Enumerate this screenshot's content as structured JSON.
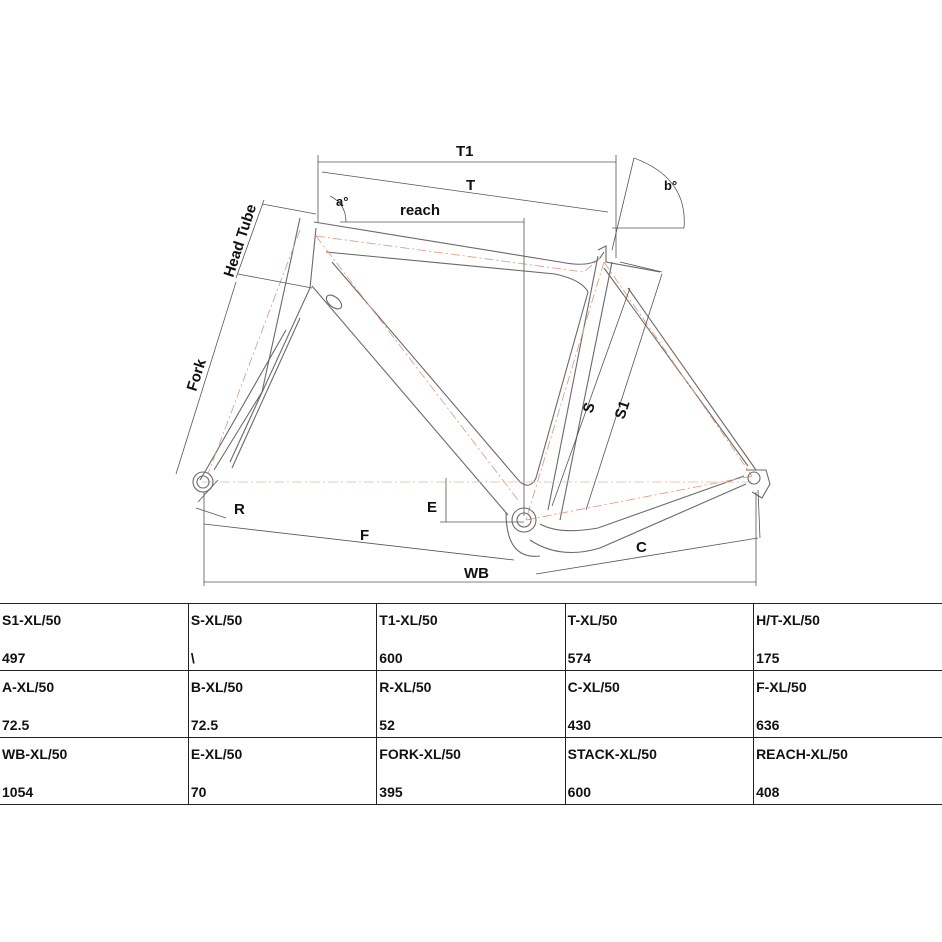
{
  "diagram": {
    "labels": {
      "t1": "T1",
      "t": "T",
      "reach": "reach",
      "a_angle": "a°",
      "b_angle": "b°",
      "head_tube": "Head Tube",
      "fork": "Fork",
      "s": "S",
      "s1": "S1",
      "e": "E",
      "r": "R",
      "f": "F",
      "c": "C",
      "wb": "WB"
    },
    "colors": {
      "frame_outline": "#6a6a6a",
      "frame_centerline": "#e0a184",
      "dimension": "#555555"
    }
  },
  "table": {
    "rows": [
      [
        {
          "label": "S1-XL/50",
          "value": "497"
        },
        {
          "label": "S-XL/50",
          "value": "\\"
        },
        {
          "label": "T1-XL/50",
          "value": "600"
        },
        {
          "label": "T-XL/50",
          "value": "574"
        },
        {
          "label": "H/T-XL/50",
          "value": "175"
        }
      ],
      [
        {
          "label": "A-XL/50",
          "value": "72.5"
        },
        {
          "label": "B-XL/50",
          "value": "72.5"
        },
        {
          "label": "R-XL/50",
          "value": "52"
        },
        {
          "label": "C-XL/50",
          "value": "430"
        },
        {
          "label": "F-XL/50",
          "value": "636"
        }
      ],
      [
        {
          "label": "WB-XL/50",
          "value": "1054"
        },
        {
          "label": "E-XL/50",
          "value": "70"
        },
        {
          "label": "FORK-XL/50",
          "value": "395"
        },
        {
          "label": "STACK-XL/50",
          "value": "600"
        },
        {
          "label": "REACH-XL/50",
          "value": "408"
        }
      ]
    ]
  }
}
